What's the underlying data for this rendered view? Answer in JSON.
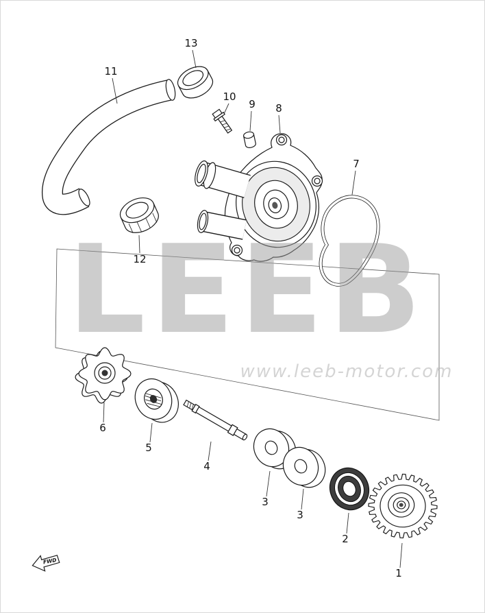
{
  "diagram": {
    "watermark_brand": "LEEB",
    "watermark_url": "www.leeb-motor.com",
    "fwd_label": "FWD",
    "labels": [
      "13",
      "11",
      "10",
      "9",
      "8",
      "7",
      "12",
      "6",
      "5",
      "4",
      "3",
      "3",
      "2",
      "1"
    ],
    "colors": {
      "line": "#1a1a1a",
      "watermark": "#9c9c9c",
      "seal_dark": "#3d3d3d",
      "background": "#ffffff"
    }
  }
}
